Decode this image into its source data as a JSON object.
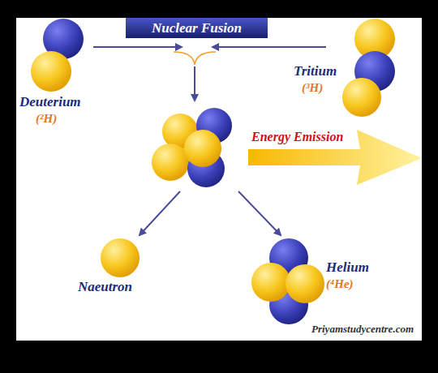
{
  "diagram": {
    "title": "Nuclear Fusion",
    "nodes": [
      {
        "text": [
          "Deuterium",
          "(²H)"
        ]
      },
      {
        "text": [
          "Tritium",
          "(³H)"
        ]
      },
      {
        "text": [
          "Naeutron"
        ]
      },
      {
        "text": [
          "Helium",
          "(⁴He)"
        ]
      }
    ],
    "labels": [
      "Energy Emission",
      "Priyamstudycentre.com"
    ]
  }
}
